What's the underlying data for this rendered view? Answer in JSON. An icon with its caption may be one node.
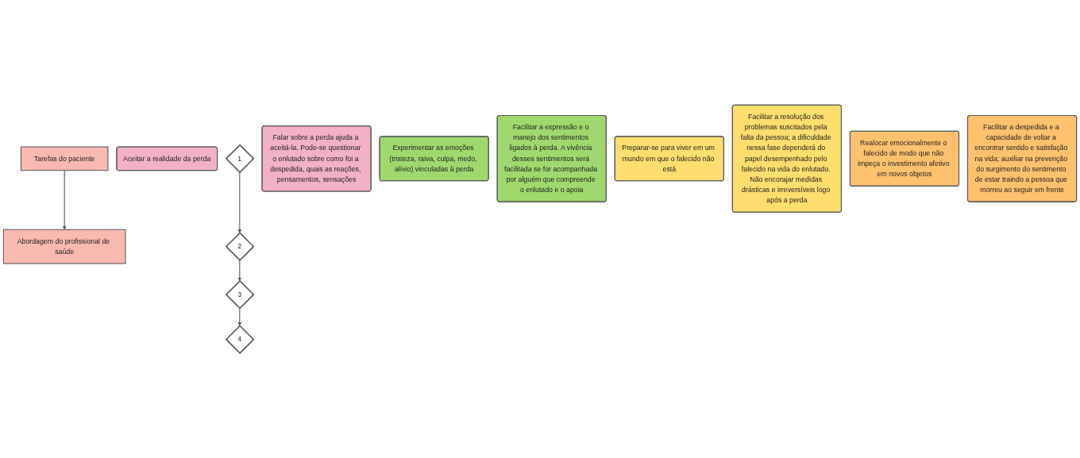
{
  "diagram": {
    "nodes": [
      {
        "text": [
          "Tarefas do paciente"
        ]
      },
      {
        "text": [
          "Abordagem do profissional de saúde"
        ]
      },
      {
        "text": [
          "Aceitar a realidade da perda"
        ]
      },
      {
        "text": [
          "1"
        ]
      },
      {
        "text": [
          "Falar sobre a perda ajuda a aceitá-la. Pode-se questionar o enlutado sobre como foi a despedida, quais as reações, pensamentos, sensações"
        ]
      },
      {
        "text": [
          "Experimentar as emoções (tristeza, raiva, culpa, medo, alívio) vinculadas à perda"
        ]
      },
      {
        "text": [
          "2"
        ]
      },
      {
        "text": [
          "Facilitar a expressão e o manejo dos sentimentos ligados à perda. A vivência desses sentimentos será facilitada se for acompanhada por alguém que compreende o enlutado e o apoia"
        ]
      },
      {
        "text": [
          "Preparar-se para viver em um mundo em que o falecido não está"
        ]
      },
      {
        "text": [
          "3"
        ]
      },
      {
        "text": [
          "Facilitar a resolução dos problemas suscitados pela falta da pessoa; a dificuldade nessa fase dependerá do papel desempenhado pelo falecido na vida do enlutado. Não encorajar medidas drásticas e irreversíveis logo após a perda"
        ]
      },
      {
        "text": [
          "Realocar emocionalmente o falecido de modo que não impeça o investimento afetivo em novos objetos"
        ]
      },
      {
        "text": [
          "4"
        ]
      },
      {
        "text": [
          "Facilitar a despedida e a capacidade de voltar a encontrar sentido e satisfação na vida; auxiliar na prevenção do surgimento do sentimento de estar traindo a pessoa que morreu ao seguir em frente"
        ]
      }
    ],
    "edges": [
      {
        "from": 0,
        "to": 1,
        "arrow": "to"
      },
      {
        "from": 3,
        "to": 6,
        "arrow": "to"
      },
      {
        "from": 6,
        "to": 9,
        "arrow": "to"
      },
      {
        "from": 9,
        "to": 12,
        "arrow": "to"
      }
    ]
  }
}
